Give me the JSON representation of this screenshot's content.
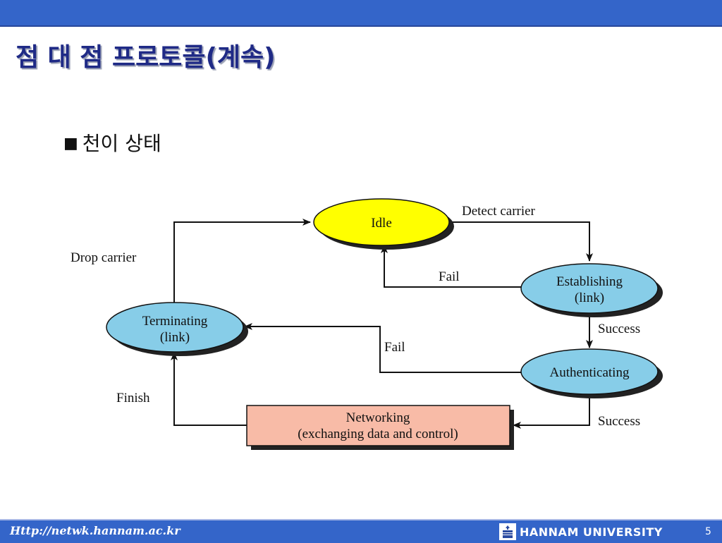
{
  "slide": {
    "title": "점 대 점 프로토콜(계속)",
    "bullet_mark": "■",
    "bullet_text": "천이 상태"
  },
  "diagram": {
    "nodes": {
      "idle": {
        "lines": [
          "Idle"
        ],
        "color": "#ffff00"
      },
      "establishing": {
        "lines": [
          "Establishing",
          "(link)"
        ],
        "color": "#87cde8"
      },
      "authenticating": {
        "lines": [
          "Authenticating"
        ],
        "color": "#87cde8"
      },
      "terminating": {
        "lines": [
          "Terminating",
          "(link)"
        ],
        "color": "#87cde8"
      },
      "networking": {
        "lines": [
          "Networking",
          "(exchanging data and control)"
        ],
        "color": "#f8bba7"
      }
    },
    "edges": {
      "detect_carrier": "Detect carrier",
      "fail_establishing": "Fail",
      "success_establishing": "Success",
      "fail_authenticating": "Fail",
      "success_authenticating": "Success",
      "finish": "Finish",
      "drop_carrier": "Drop carrier"
    }
  },
  "footer": {
    "url": "Http://netwk.hannam.ac.kr",
    "university": "HANNAM  UNIVERSITY",
    "page_number": "5"
  }
}
